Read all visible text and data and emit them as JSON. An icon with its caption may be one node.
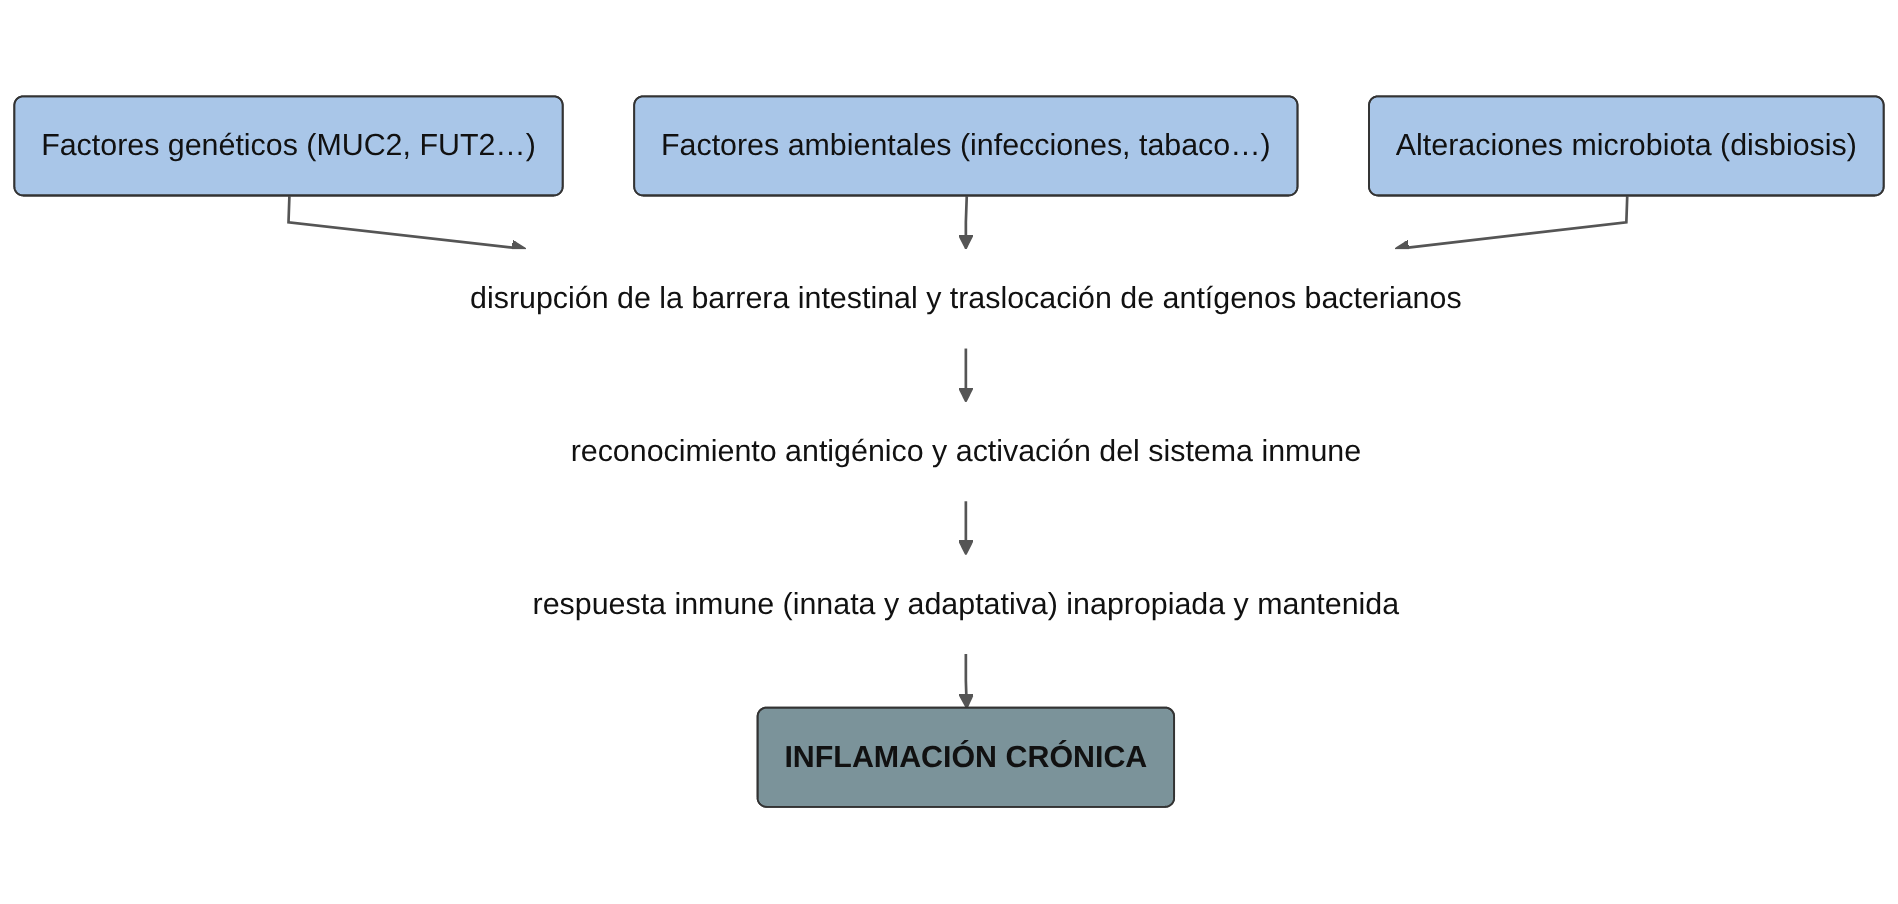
{
  "diagram": {
    "nodes": [
      {
        "text": [
          "Factores genéticos (MUC2, FUT2…)"
        ]
      },
      {
        "text": [
          "Factores ambientales (infecciones, tabaco…)"
        ]
      },
      {
        "text": [
          "Alteraciones microbiota (disbiosis)"
        ]
      },
      {
        "text": [
          "disrupción de la barrera intestinal y traslocación de antígenos bacterianos"
        ]
      },
      {
        "text": [
          "reconocimiento antigénico y activación del sistema inmune"
        ]
      },
      {
        "text": [
          "respuesta inmune (innata y adaptativa) inapropiada y mantenida"
        ]
      },
      {
        "text": [
          "INFLAMACIÓN CRÓNICA"
        ]
      }
    ],
    "edges": [
      {
        "from": 0,
        "to": 3,
        "arrow": "to"
      },
      {
        "from": 1,
        "to": 3,
        "arrow": "to"
      },
      {
        "from": 2,
        "to": 3,
        "arrow": "to"
      },
      {
        "from": 3,
        "to": 4,
        "arrow": "to"
      },
      {
        "from": 4,
        "to": 5,
        "arrow": "to"
      },
      {
        "from": 5,
        "to": 6,
        "arrow": "to"
      }
    ]
  }
}
